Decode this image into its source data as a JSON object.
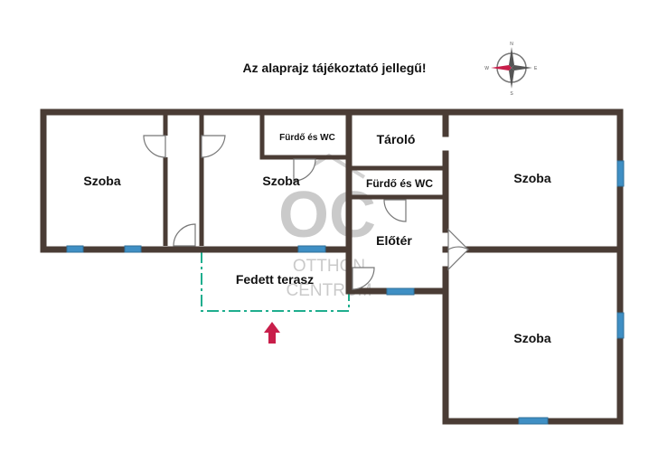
{
  "notice": "Az alaprajz tájékoztató jellegű!",
  "rooms": {
    "room_1": "Szoba",
    "room_2": "Szoba",
    "room_3": "Szoba",
    "room_4": "Szoba",
    "bathroom_1": "Fürdő és WC",
    "bathroom_2": "Fürdő és WC",
    "storage": "Tároló",
    "hall": "Előtér",
    "terrace": "Fedett terasz"
  },
  "watermark": {
    "monogram": "OC",
    "line1": "OTTHON",
    "line2": "CENTRUM"
  },
  "compass": {
    "north": "N",
    "south": "S",
    "east": "E",
    "west": "W"
  },
  "colors": {
    "wall": "#4a3c35",
    "window": "#3f8fc4",
    "terrace_outline": "#1fae8e",
    "entrance_arrow": "#c81e4a",
    "watermark": "#b9b9b9",
    "text": "#111111"
  }
}
